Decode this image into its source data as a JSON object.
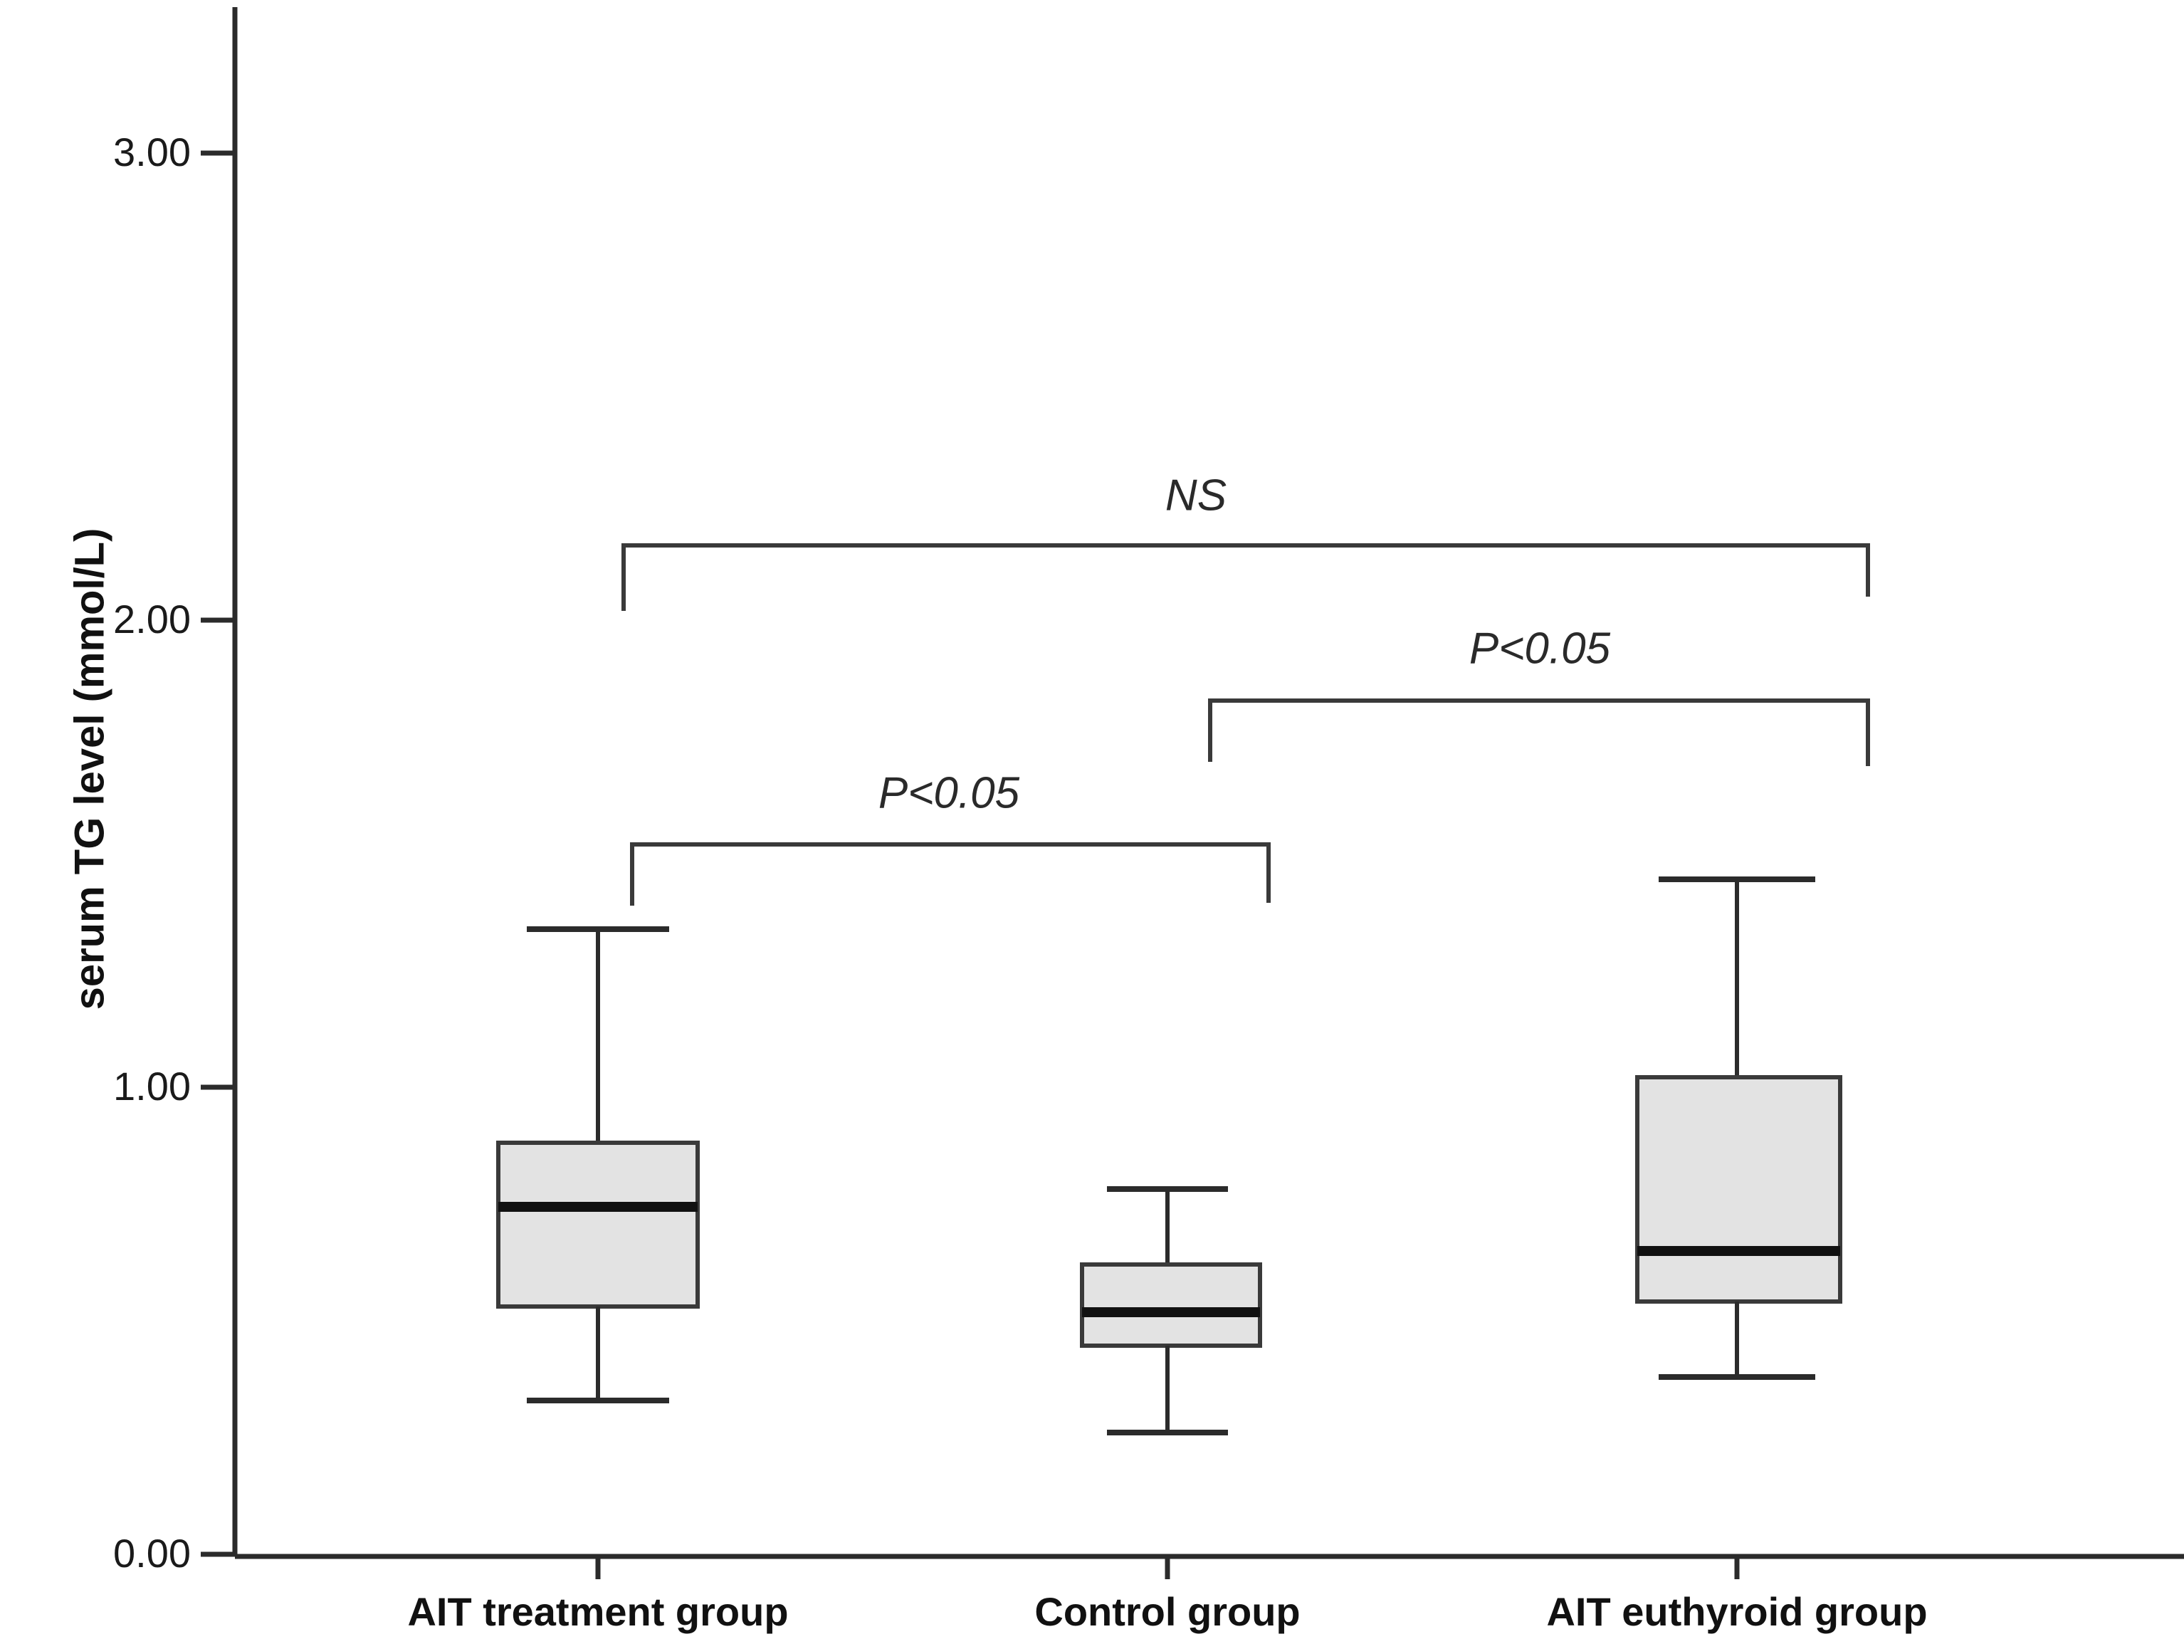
{
  "chart_data": {
    "type": "box",
    "title": "",
    "xlabel": "",
    "ylabel": "serum TG level (mmol/L)",
    "ylim": [
      0.0,
      3.25
    ],
    "yticks": [
      "0.00",
      "1.00",
      "2.00",
      "3.00"
    ],
    "ytick_values": [
      0.0,
      1.0,
      2.0,
      3.0
    ],
    "grid": false,
    "legend": "none",
    "categories": [
      "AIT treatment group",
      "Control group",
      "AIT euthyroid group"
    ],
    "boxes": [
      {
        "label": "AIT treatment group",
        "whisker_low": 0.33,
        "q1": 0.53,
        "median": 0.74,
        "q3": 0.88,
        "whisker_high": 1.34
      },
      {
        "label": "Control group",
        "whisker_low": 0.26,
        "q1": 0.45,
        "median": 0.52,
        "q3": 0.62,
        "whisker_high": 0.78
      },
      {
        "label": "AIT euthyroid group",
        "whisker_low": 0.38,
        "q1": 0.56,
        "median": 0.65,
        "q3": 1.02,
        "whisker_high": 1.45
      }
    ],
    "annotations": [
      {
        "id": "ns-bracket",
        "text": "NS",
        "from_category": "AIT treatment group",
        "to_category": "AIT euthyroid group",
        "bar_y_value": 2.16,
        "label_y_value": 2.35
      },
      {
        "id": "p-bracket-control-euthyroid",
        "text": "P<0.05",
        "from_category": "Control group",
        "to_category": "AIT euthyroid group",
        "bar_y_value": 1.83,
        "label_y_value": 2.0
      },
      {
        "id": "p-bracket-treatment-control",
        "text": "P<0.05",
        "from_category": "AIT treatment group",
        "to_category": "Control group",
        "bar_y_value": 1.52,
        "label_y_value": 1.7
      }
    ],
    "colors": {
      "box_fill": "#e3e3e3",
      "box_stroke": "#3a3a3a",
      "median": "#111111",
      "axis": "#2b2b2b",
      "background": "#ffffff"
    }
  }
}
